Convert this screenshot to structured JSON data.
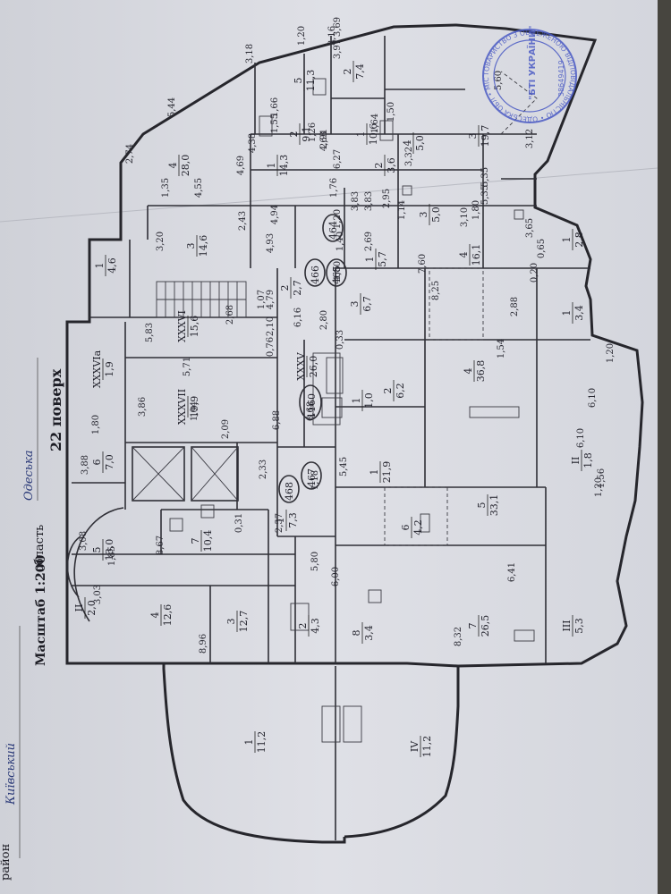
{
  "header": {
    "rayon_label": "район",
    "rayon_value": "Київський",
    "oblast_label": "область",
    "oblast_value": "Одеська",
    "scale": "Масштаб 1:200",
    "floor": "22 поверх"
  },
  "stamp": {
    "ring_text": "ТОВАРИСТВО З ОБМЕЖЕНОЮ ВІДПОВІДАЛЬНІСТЮ • ОДЕСЬКА ОБЛ • МІСТО ОДЕСА •",
    "center": "\"БТІ УКРАЇНИ\"",
    "code": "38649419"
  },
  "apartment_markers": [
    "468",
    "467",
    "1160",
    "466",
    "465",
    "464"
  ],
  "rooms": [
    {
      "id": "r-IV-11-2",
      "num": "IV",
      "area": "11,2"
    },
    {
      "id": "r-1-11-2",
      "num": "1",
      "area": "11,2"
    },
    {
      "id": "r-II-2-0",
      "num": "II",
      "area": "2,0"
    },
    {
      "id": "r-4-12-6",
      "num": "4",
      "area": "12,6"
    },
    {
      "id": "r-3-12-7",
      "num": "3",
      "area": "12,7"
    },
    {
      "id": "r-2-4-3",
      "num": "2",
      "area": "4,3"
    },
    {
      "id": "r-8-3-4",
      "num": "8",
      "area": "3,4"
    },
    {
      "id": "r-7-26-5",
      "num": "7",
      "area": "26,5"
    },
    {
      "id": "r-III-5-3",
      "num": "III",
      "area": "5,3"
    },
    {
      "id": "r-5-13-0",
      "num": "5",
      "area": "13,0"
    },
    {
      "id": "r-7-10-4",
      "num": "7",
      "area": "10,4"
    },
    {
      "id": "r-1-7-3",
      "num": "1",
      "area": "7,3"
    },
    {
      "id": "r-6-4-2",
      "num": "6",
      "area": "4,2"
    },
    {
      "id": "r-5-33-1",
      "num": "5",
      "area": "33,1"
    },
    {
      "id": "r-6-7-0",
      "num": "6",
      "area": "7,0"
    },
    {
      "id": "r-1-21-9",
      "num": "1",
      "area": "21,9"
    },
    {
      "id": "r-II-1-8",
      "num": "II",
      "area": "1,8"
    },
    {
      "id": "r-XXXVII-19-9",
      "num": "XXXVII",
      "area": "19,9"
    },
    {
      "id": "r-XXXVIa-1-9",
      "num": "XXXVIa",
      "area": "1,9"
    },
    {
      "id": "r-XXXVI-15-6",
      "num": "XXXVI",
      "area": "15,6"
    },
    {
      "id": "r-XXXV-26-0",
      "num": "XXXV",
      "area": "26,0"
    },
    {
      "id": "r-2-6-2",
      "num": "2",
      "area": "6,2"
    },
    {
      "id": "r-1-1-0",
      "num": "1",
      "area": "1,0"
    },
    {
      "id": "r-4-36-8",
      "num": "4",
      "area": "36,8"
    },
    {
      "id": "r-3-6-7",
      "num": "3",
      "area": "6,7"
    },
    {
      "id": "r-1-3-4",
      "num": "1",
      "area": "3,4"
    },
    {
      "id": "r-2-2-7",
      "num": "2",
      "area": "2,7"
    },
    {
      "id": "r-1-4-6",
      "num": "1",
      "area": "4,6"
    },
    {
      "id": "r-3-14-6",
      "num": "3",
      "area": "14,6"
    },
    {
      "id": "r-1-5-7",
      "num": "1",
      "area": "5,7"
    },
    {
      "id": "r-4-16-1",
      "num": "4",
      "area": "16,1"
    },
    {
      "id": "r-1-2-8",
      "num": "1",
      "area": "2,8"
    },
    {
      "id": "r-4-28-0",
      "num": "4",
      "area": "28,0"
    },
    {
      "id": "r-1-14-3",
      "num": "1",
      "area": "14,3"
    },
    {
      "id": "r-2-9-1",
      "num": "2",
      "area": "9,1"
    },
    {
      "id": "r-3-5-0",
      "num": "3",
      "area": "5,0"
    },
    {
      "id": "r-5-11-3",
      "num": "5",
      "area": "11,3"
    },
    {
      "id": "r-2-7-4",
      "num": "2",
      "area": "7,4"
    },
    {
      "id": "r-1-10-6",
      "num": "1",
      "area": "10,6"
    },
    {
      "id": "r-2-3-6",
      "num": "2",
      "area": "3,6"
    },
    {
      "id": "r-4-5-0",
      "num": "4",
      "area": "5,0"
    },
    {
      "id": "r-3-19-7",
      "num": "3",
      "area": "19,7"
    }
  ],
  "dimensions": [
    "8,96",
    "3,03",
    "1,85",
    "3,08",
    "8,67",
    "0,31",
    "6,00",
    "5,80",
    "2,57",
    "1,18",
    "6,41",
    "8,32",
    "3,88",
    "1,80",
    "1,04",
    "2,09",
    "2,33",
    "6,88",
    "6,68",
    "5,45",
    "0,76",
    "2,10",
    "1,07",
    "2,68",
    "3,86",
    "5,71",
    "5,83",
    "2,80",
    "0,33",
    "8,25",
    "2,88",
    "1,54",
    "1,20",
    "6,10",
    "6,10",
    "1,56",
    "1,20",
    "3,20",
    "4,55",
    "4,93",
    "2,43",
    "4,94",
    "4,79",
    "6,16",
    "1,80",
    "1,40",
    "1,20",
    "2,69",
    "7,60",
    "0,20",
    "0,65",
    "3,65",
    "1,80",
    "5,35",
    "3,10",
    "1,14",
    "3,83",
    "2,95",
    "3,83",
    "1,76",
    "4,63",
    "4,69",
    "4,38",
    "1,66",
    "1,55",
    "1,26",
    "2,91",
    "6,27",
    "1,64",
    "3,32",
    "1,50",
    "3,12",
    "5,35",
    "1,35",
    "2,74",
    "5,44",
    "3,18",
    "3,97",
    "3,69",
    "3,16",
    "5,60",
    "1,20"
  ]
}
